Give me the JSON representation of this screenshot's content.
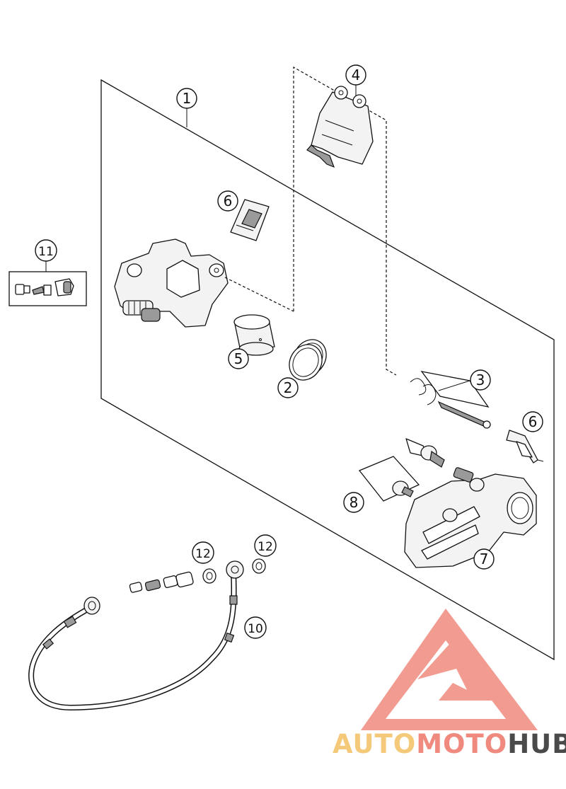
{
  "callouts": [
    {
      "id": "1",
      "text": "1"
    },
    {
      "id": "2",
      "text": "2"
    },
    {
      "id": "3",
      "text": "3"
    },
    {
      "id": "4",
      "text": "4"
    },
    {
      "id": "5",
      "text": "5"
    },
    {
      "id": "6a",
      "text": "6"
    },
    {
      "id": "6b",
      "text": "6"
    },
    {
      "id": "7",
      "text": "7"
    },
    {
      "id": "8",
      "text": "8"
    },
    {
      "id": "10",
      "text": "10"
    },
    {
      "id": "11",
      "text": "11"
    },
    {
      "id": "12a",
      "text": "12"
    },
    {
      "id": "12b",
      "text": "12"
    }
  ],
  "watermark": {
    "part1": "AUTO",
    "part2": "MOTO",
    "part3": "HUB",
    "color_light": "#f5c97a",
    "color_red": "#f08a7e",
    "color_dark": "#4a4a4a"
  },
  "colors": {
    "line": "#111111",
    "background": "#ffffff"
  }
}
